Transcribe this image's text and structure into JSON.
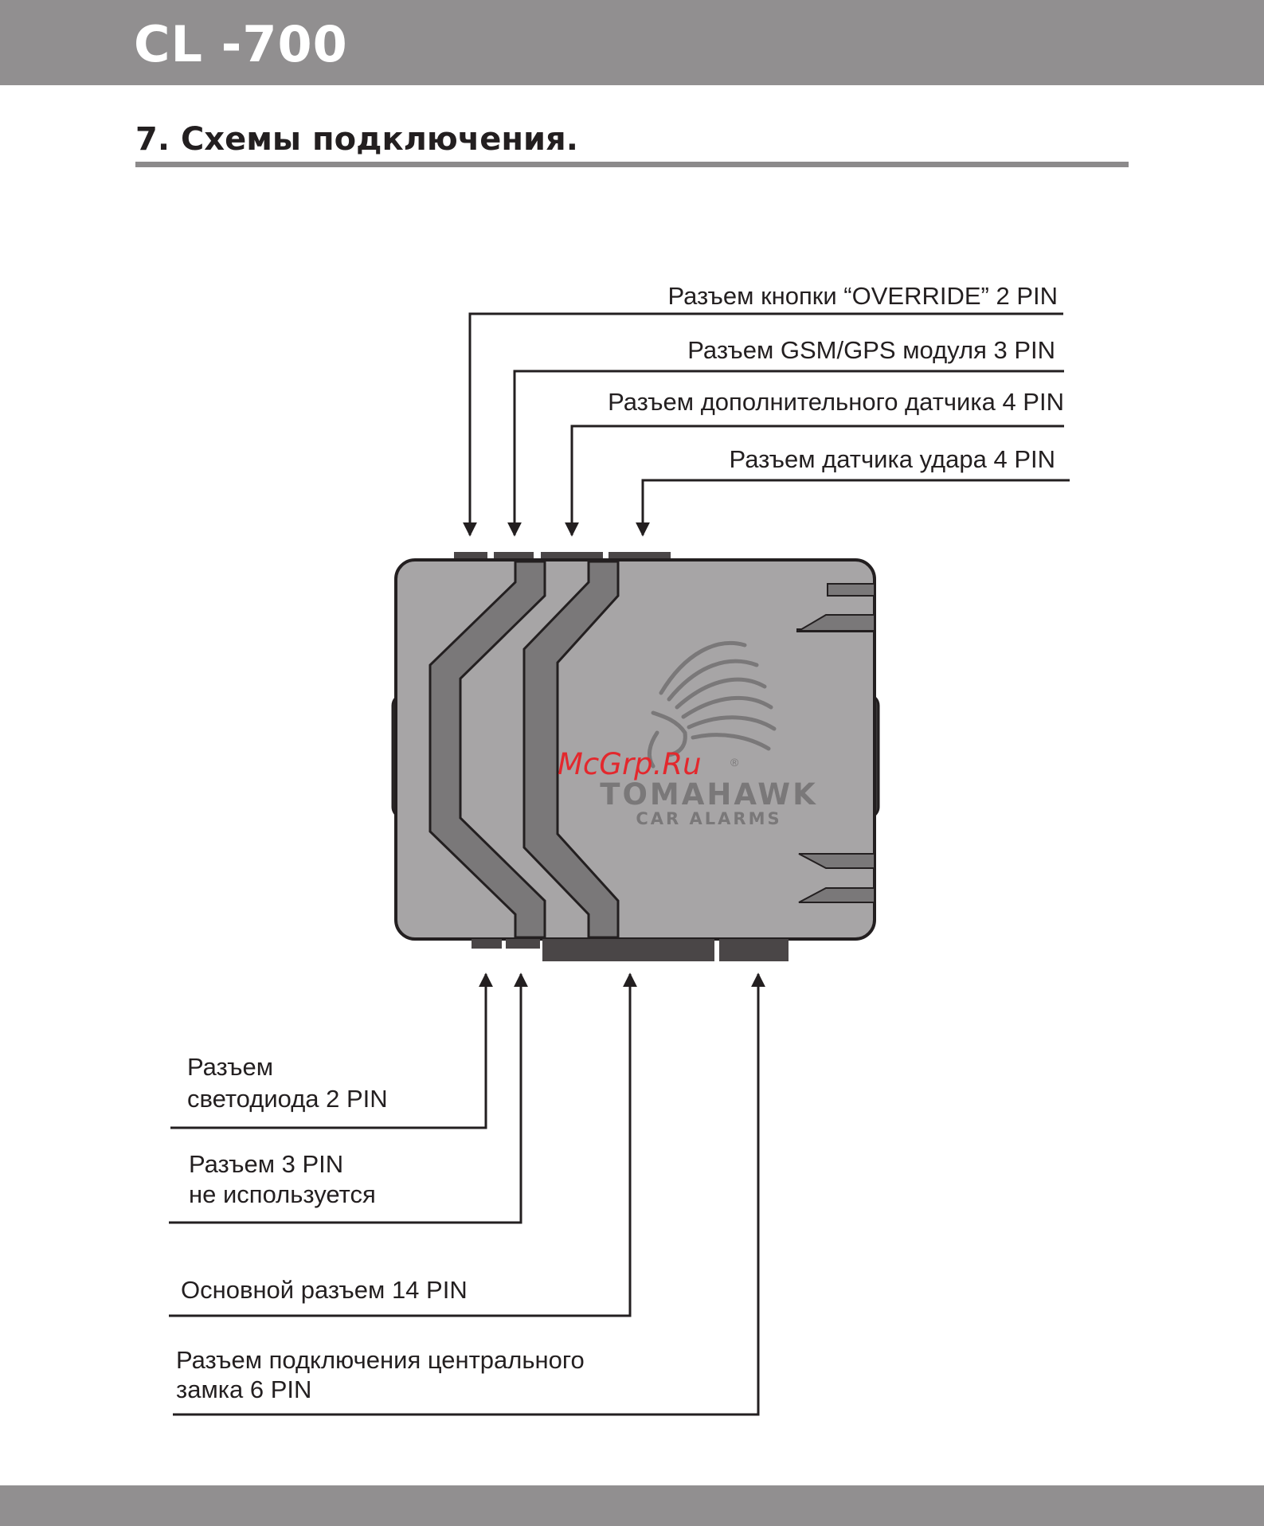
{
  "header": {
    "model": "CL -700",
    "section_title": "7.  Схемы подключения."
  },
  "colors": {
    "bar": "#918f90",
    "body": "#a7a5a6",
    "stripe": "#7a7879",
    "connector": "#4a4647",
    "text": "#231f20",
    "watermark": "#e3282d"
  },
  "device": {
    "brand": "TOMAHAWK",
    "brand_sub": "CAR ALARMS",
    "registered_mark": "®",
    "watermark": "McGrp.Ru"
  },
  "connectors_top": [
    {
      "label": "Разъем кнопки “OVERRIDE” 2 PIN"
    },
    {
      "label": "Разъем GSM/GPS модуля 3 PIN"
    },
    {
      "label": "Разъем дополнительного датчика 4 PIN"
    },
    {
      "label": "Разъем датчика удара 4 PIN"
    }
  ],
  "connectors_bottom": [
    {
      "lines": [
        "Разъем",
        "светодиода 2 PIN"
      ]
    },
    {
      "lines": [
        "Разъем 3 PIN",
        "не используется"
      ]
    },
    {
      "lines": [
        "Основной разъем 14 PIN"
      ]
    },
    {
      "lines": [
        "Разъем подключения центрального",
        "замка 6 PIN"
      ]
    }
  ]
}
